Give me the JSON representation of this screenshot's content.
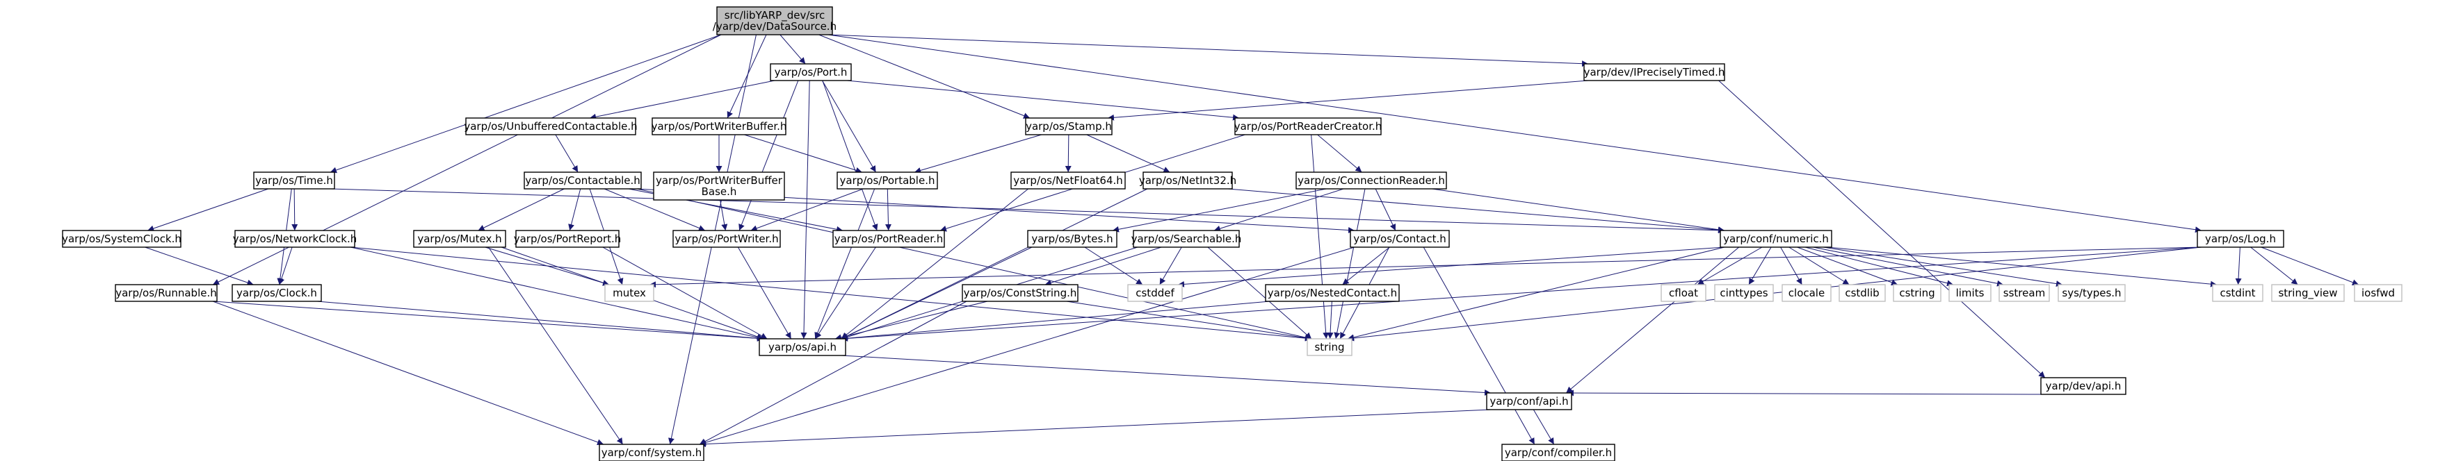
{
  "colors": {
    "edge": "#191970",
    "root_fill": "#bfbfbf",
    "node_fill": "#ffffff",
    "node_border": "#000000",
    "external_border": "#bfbfbf"
  },
  "nodes": {
    "root": {
      "lines": [
        "src/libYARP_dev/src",
        "/yarp/dev/DataSource.h"
      ],
      "kind": "root"
    },
    "port": {
      "lines": [
        "yarp/os/Port.h"
      ],
      "kind": "file"
    },
    "iprecisely": {
      "lines": [
        "yarp/dev/IPreciselyTimed.h"
      ],
      "kind": "file"
    },
    "unbuffered": {
      "lines": [
        "yarp/os/UnbufferedContactable.h"
      ],
      "kind": "file"
    },
    "portwriterbuffer": {
      "lines": [
        "yarp/os/PortWriterBuffer.h"
      ],
      "kind": "file"
    },
    "stamp": {
      "lines": [
        "yarp/os/Stamp.h"
      ],
      "kind": "file"
    },
    "portreadercreator": {
      "lines": [
        "yarp/os/PortReaderCreator.h"
      ],
      "kind": "file"
    },
    "time": {
      "lines": [
        "yarp/os/Time.h"
      ],
      "kind": "file"
    },
    "contactable": {
      "lines": [
        "yarp/os/Contactable.h"
      ],
      "kind": "file"
    },
    "portwriterbufferbase": {
      "lines": [
        "yarp/os/PortWriterBuffer",
        "Base.h"
      ],
      "kind": "file"
    },
    "portable": {
      "lines": [
        "yarp/os/Portable.h"
      ],
      "kind": "file"
    },
    "netfloat64": {
      "lines": [
        "yarp/os/NetFloat64.h"
      ],
      "kind": "file"
    },
    "netint32": {
      "lines": [
        "yarp/os/NetInt32.h"
      ],
      "kind": "file"
    },
    "connectionreader": {
      "lines": [
        "yarp/os/ConnectionReader.h"
      ],
      "kind": "file"
    },
    "systemclock": {
      "lines": [
        "yarp/os/SystemClock.h"
      ],
      "kind": "file"
    },
    "networkclock": {
      "lines": [
        "yarp/os/NetworkClock.h"
      ],
      "kind": "file"
    },
    "mutex_h": {
      "lines": [
        "yarp/os/Mutex.h"
      ],
      "kind": "file"
    },
    "portreport": {
      "lines": [
        "yarp/os/PortReport.h"
      ],
      "kind": "file"
    },
    "portwriter": {
      "lines": [
        "yarp/os/PortWriter.h"
      ],
      "kind": "file"
    },
    "portreader": {
      "lines": [
        "yarp/os/PortReader.h"
      ],
      "kind": "file"
    },
    "bytes": {
      "lines": [
        "yarp/os/Bytes.h"
      ],
      "kind": "file"
    },
    "searchable": {
      "lines": [
        "yarp/os/Searchable.h"
      ],
      "kind": "file"
    },
    "contact": {
      "lines": [
        "yarp/os/Contact.h"
      ],
      "kind": "file"
    },
    "numeric": {
      "lines": [
        "yarp/conf/numeric.h"
      ],
      "kind": "file"
    },
    "log": {
      "lines": [
        "yarp/os/Log.h"
      ],
      "kind": "file"
    },
    "runnable": {
      "lines": [
        "yarp/os/Runnable.h"
      ],
      "kind": "file"
    },
    "clock": {
      "lines": [
        "yarp/os/Clock.h"
      ],
      "kind": "file"
    },
    "mutex": {
      "lines": [
        "mutex"
      ],
      "kind": "ext"
    },
    "conststring": {
      "lines": [
        "yarp/os/ConstString.h"
      ],
      "kind": "file"
    },
    "cstddef": {
      "lines": [
        "cstddef"
      ],
      "kind": "ext"
    },
    "nestedcontact": {
      "lines": [
        "yarp/os/NestedContact.h"
      ],
      "kind": "file"
    },
    "cfloat": {
      "lines": [
        "cfloat"
      ],
      "kind": "ext"
    },
    "cinttypes": {
      "lines": [
        "cinttypes"
      ],
      "kind": "ext"
    },
    "clocale": {
      "lines": [
        "clocale"
      ],
      "kind": "ext"
    },
    "cstdlib": {
      "lines": [
        "cstdlib"
      ],
      "kind": "ext"
    },
    "cstring": {
      "lines": [
        "cstring"
      ],
      "kind": "ext"
    },
    "limits": {
      "lines": [
        "limits"
      ],
      "kind": "ext"
    },
    "sstream": {
      "lines": [
        "sstream"
      ],
      "kind": "ext"
    },
    "systypes": {
      "lines": [
        "sys/types.h"
      ],
      "kind": "ext"
    },
    "cstdint": {
      "lines": [
        "cstdint"
      ],
      "kind": "ext"
    },
    "string_view": {
      "lines": [
        "string_view"
      ],
      "kind": "ext"
    },
    "iosfwd": {
      "lines": [
        "iosfwd"
      ],
      "kind": "ext"
    },
    "os_api": {
      "lines": [
        "yarp/os/api.h"
      ],
      "kind": "file"
    },
    "string": {
      "lines": [
        "string"
      ],
      "kind": "ext"
    },
    "dev_api": {
      "lines": [
        "yarp/dev/api.h"
      ],
      "kind": "file"
    },
    "conf_api": {
      "lines": [
        "yarp/conf/api.h"
      ],
      "kind": "file"
    },
    "system": {
      "lines": [
        "yarp/conf/system.h"
      ],
      "kind": "file"
    },
    "compiler": {
      "lines": [
        "yarp/conf/compiler.h"
      ],
      "kind": "file"
    }
  },
  "edges": [
    [
      "root",
      "port"
    ],
    [
      "root",
      "iprecisely"
    ],
    [
      "root",
      "portwriterbuffer"
    ],
    [
      "root",
      "stamp"
    ],
    [
      "root",
      "time"
    ],
    [
      "root",
      "runnable"
    ],
    [
      "root",
      "system"
    ],
    [
      "root",
      "log"
    ],
    [
      "port",
      "unbuffered"
    ],
    [
      "port",
      "portable"
    ],
    [
      "port",
      "portreadercreator"
    ],
    [
      "port",
      "portwriter"
    ],
    [
      "port",
      "portreader"
    ],
    [
      "port",
      "os_api"
    ],
    [
      "iprecisely",
      "stamp"
    ],
    [
      "iprecisely",
      "dev_api"
    ],
    [
      "unbuffered",
      "contactable"
    ],
    [
      "portwriterbuffer",
      "portwriterbufferbase"
    ],
    [
      "portwriterbuffer",
      "portable"
    ],
    [
      "portwriterbufferbase",
      "portwriter"
    ],
    [
      "stamp",
      "portable"
    ],
    [
      "stamp",
      "netfloat64"
    ],
    [
      "stamp",
      "netint32"
    ],
    [
      "portreadercreator",
      "portreader"
    ],
    [
      "portreadercreator",
      "connectionreader"
    ],
    [
      "portreadercreator",
      "string"
    ],
    [
      "time",
      "systemclock"
    ],
    [
      "time",
      "networkclock"
    ],
    [
      "time",
      "clock"
    ],
    [
      "time",
      "numeric"
    ],
    [
      "contactable",
      "mutex_h"
    ],
    [
      "contactable",
      "portreport"
    ],
    [
      "contactable",
      "portwriter"
    ],
    [
      "contactable",
      "portreader"
    ],
    [
      "contactable",
      "mutex"
    ],
    [
      "contactable",
      "contact"
    ],
    [
      "contactable",
      "string"
    ],
    [
      "portable",
      "portwriter"
    ],
    [
      "portable",
      "portreader"
    ],
    [
      "portable",
      "os_api"
    ],
    [
      "netfloat64",
      "os_api"
    ],
    [
      "netint32",
      "os_api"
    ],
    [
      "netint32",
      "numeric"
    ],
    [
      "connectionreader",
      "bytes"
    ],
    [
      "connectionreader",
      "searchable"
    ],
    [
      "connectionreader",
      "contact"
    ],
    [
      "connectionreader",
      "numeric"
    ],
    [
      "connectionreader",
      "string"
    ],
    [
      "systemclock",
      "clock"
    ],
    [
      "networkclock",
      "clock"
    ],
    [
      "networkclock",
      "os_api"
    ],
    [
      "networkclock",
      "string"
    ],
    [
      "mutex_h",
      "os_api"
    ],
    [
      "mutex_h",
      "mutex"
    ],
    [
      "mutex_h",
      "system"
    ],
    [
      "portreport",
      "os_api"
    ],
    [
      "portwriter",
      "os_api"
    ],
    [
      "portreader",
      "os_api"
    ],
    [
      "bytes",
      "os_api"
    ],
    [
      "bytes",
      "cstddef"
    ],
    [
      "searchable",
      "conststring"
    ],
    [
      "searchable",
      "cstddef"
    ],
    [
      "searchable",
      "os_api"
    ],
    [
      "searchable",
      "string"
    ],
    [
      "contact",
      "nestedcontact"
    ],
    [
      "contact",
      "string"
    ],
    [
      "contact",
      "system"
    ],
    [
      "contact",
      "compiler"
    ],
    [
      "numeric",
      "cfloat"
    ],
    [
      "numeric",
      "cinttypes"
    ],
    [
      "numeric",
      "clocale"
    ],
    [
      "numeric",
      "cstdlib"
    ],
    [
      "numeric",
      "cstring"
    ],
    [
      "numeric",
      "limits"
    ],
    [
      "numeric",
      "sstream"
    ],
    [
      "numeric",
      "systypes"
    ],
    [
      "numeric",
      "cstdint"
    ],
    [
      "numeric",
      "cstddef"
    ],
    [
      "numeric",
      "string"
    ],
    [
      "numeric",
      "conf_api"
    ],
    [
      "log",
      "os_api"
    ],
    [
      "log",
      "mutex"
    ],
    [
      "log",
      "cstdint"
    ],
    [
      "log",
      "string_view"
    ],
    [
      "log",
      "iosfwd"
    ],
    [
      "log",
      "string"
    ],
    [
      "runnable",
      "os_api"
    ],
    [
      "runnable",
      "system"
    ],
    [
      "clock",
      "os_api"
    ],
    [
      "conststring",
      "os_api"
    ],
    [
      "conststring",
      "string"
    ],
    [
      "conststring",
      "system"
    ],
    [
      "nestedcontact",
      "os_api"
    ],
    [
      "nestedcontact",
      "string"
    ],
    [
      "os_api",
      "conf_api"
    ],
    [
      "dev_api",
      "conf_api"
    ],
    [
      "conf_api",
      "system"
    ],
    [
      "conf_api",
      "compiler"
    ]
  ]
}
